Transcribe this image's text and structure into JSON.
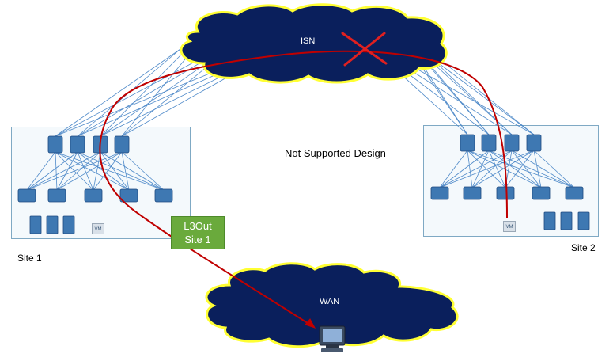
{
  "clouds": {
    "isn": "ISN",
    "wan": "WAN"
  },
  "sites": {
    "site1": "Site 1",
    "site2": "Site 2"
  },
  "l3out": {
    "line1": "L3Out",
    "line2": "Site 1"
  },
  "center_text": "Not Supported Design",
  "vm_label": "VM",
  "colors": {
    "cloud_fill": "#0a1f5c",
    "cloud_border": "#ffff33",
    "link_line": "#4f8ac9",
    "path_line": "#c00000",
    "x_mark": "#e02020",
    "l3out_fill": "#6aaa3c",
    "switch_fill": "#3e78b2"
  }
}
